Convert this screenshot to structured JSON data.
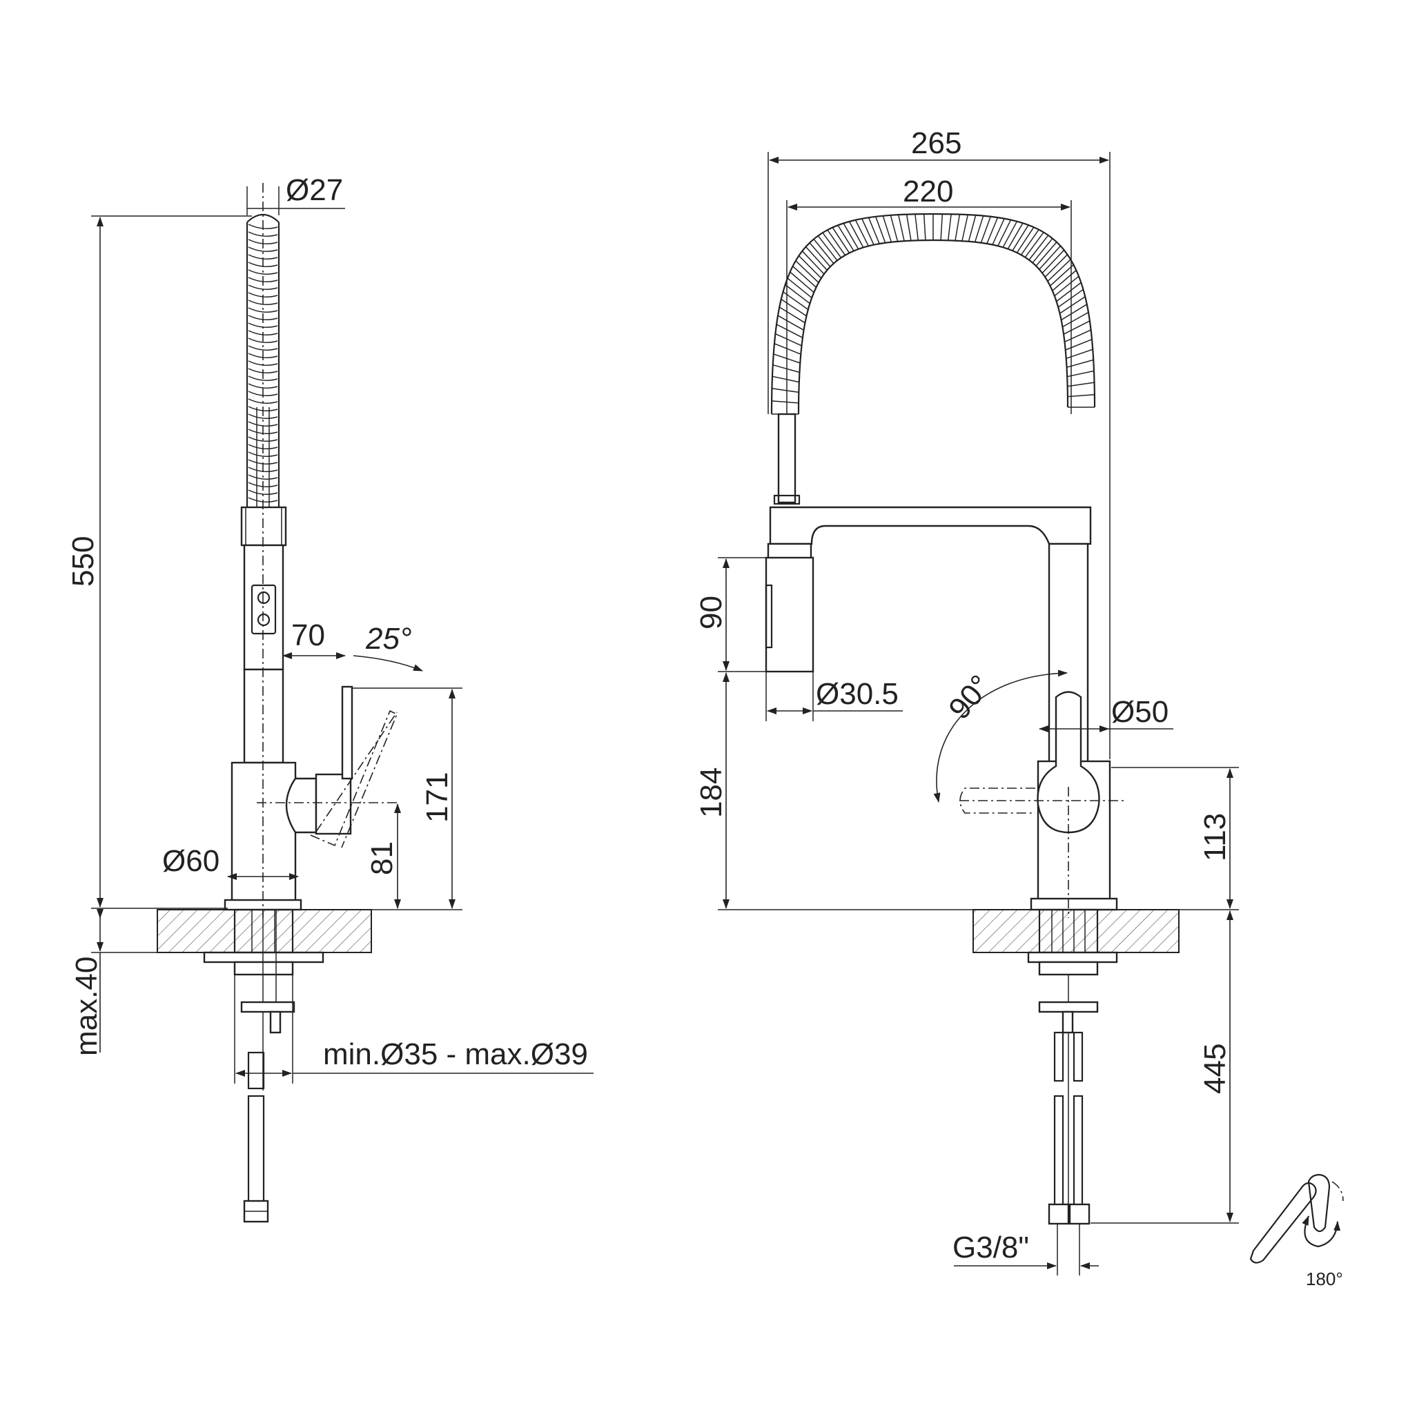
{
  "dimensions": {
    "d27": "Ø27",
    "h550": "550",
    "lever70": "70",
    "angle25": "25°",
    "h171": "171",
    "h81": "81",
    "d60": "Ø60",
    "max40": "max.40",
    "hole": "min.Ø35 - max.Ø39",
    "w265": "265",
    "w220": "220",
    "h90": "90",
    "d30_5": "Ø30.5",
    "angle90": "90°",
    "d50": "Ø50",
    "h184": "184",
    "h113": "113",
    "h445": "445",
    "thread": "G3/8\"",
    "rotate180": "180°"
  }
}
